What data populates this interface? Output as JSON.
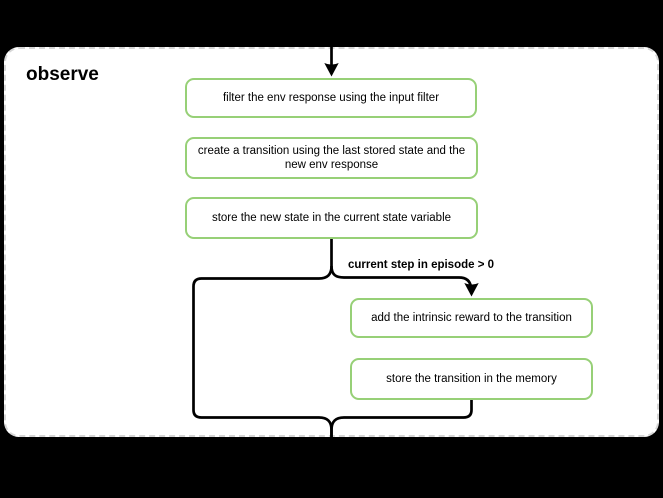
{
  "diagram": {
    "title": "observe",
    "nodes": [
      {
        "id": "filter-env-response",
        "lines": [
          "filter the env response using the input filter"
        ]
      },
      {
        "id": "create-transition",
        "lines": [
          "create a transition using the last stored state and the",
          "new env response"
        ]
      },
      {
        "id": "store-new-state",
        "lines": [
          "store the new state in the current state variable"
        ]
      },
      {
        "id": "add-intrinsic-reward",
        "lines": [
          "add the intrinsic reward to the transition"
        ]
      },
      {
        "id": "store-transition",
        "lines": [
          "store the transition in the memory"
        ]
      }
    ],
    "branch_label": "current step in episode > 0",
    "colors": {
      "background": "#000000",
      "frame_fill": "#ffffff",
      "frame_border": "#d6d6d6",
      "node_border": "#97d077",
      "node_fill": "#ffffff",
      "connector": "#000000",
      "text": "#000000"
    }
  }
}
